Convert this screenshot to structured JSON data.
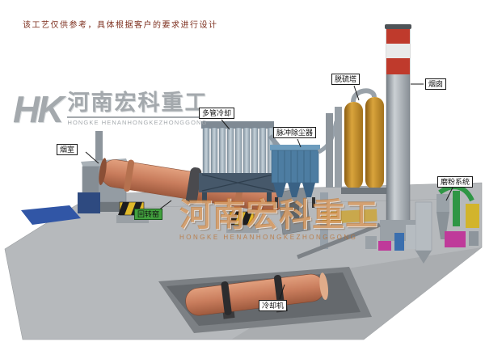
{
  "disclaimer": "该工艺仅供参考，具体根据客户的要求进行设计",
  "logo": {
    "monogram": "HK",
    "company_cn": "河南宏科重工",
    "company_en": "HONGKE HENANHONGKEZHONGGONG"
  },
  "watermark": {
    "company_cn": "河南宏科重工",
    "company_en": "HONGKE HENANHONGKEZHONGGONG"
  },
  "labels": {
    "smoke_chamber": "烟室",
    "rotary_kiln": "回转窑",
    "multi_tube_cooler": "多管冷却",
    "pulse_dust_collector": "脉冲除尘器",
    "desulfurization_tower": "脱硫塔",
    "chimney": "烟囱",
    "grinding_system": "磨粉系统",
    "cooling_machine": "冷却机"
  },
  "colors": {
    "kiln_salmon": "#c97d5d",
    "label_green": "#42a13e",
    "chimney_band_red": "#bf3a2c",
    "dust_collector_blue": "#4d7da2",
    "desulf_tower_orange": "#d9a43c",
    "ground_gray": "#b6b9bc",
    "watermark_orange": "#c6762a",
    "disclaimer_red": "#7d2f1e"
  }
}
